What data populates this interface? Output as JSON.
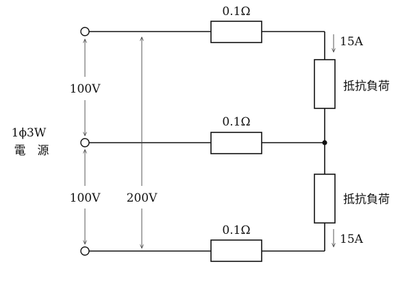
{
  "source": {
    "line1": "1ϕ3W",
    "line2": "電　源"
  },
  "resistors": {
    "top": "0.1Ω",
    "middle": "0.1Ω",
    "bottom": "0.1Ω"
  },
  "loads": {
    "upper": "抵抗負荷",
    "lower": "抵抗負荷"
  },
  "currents": {
    "top": "15A",
    "bottom": "15A"
  },
  "voltages": {
    "upper": "100V",
    "lower": "100V",
    "total": "200V"
  }
}
